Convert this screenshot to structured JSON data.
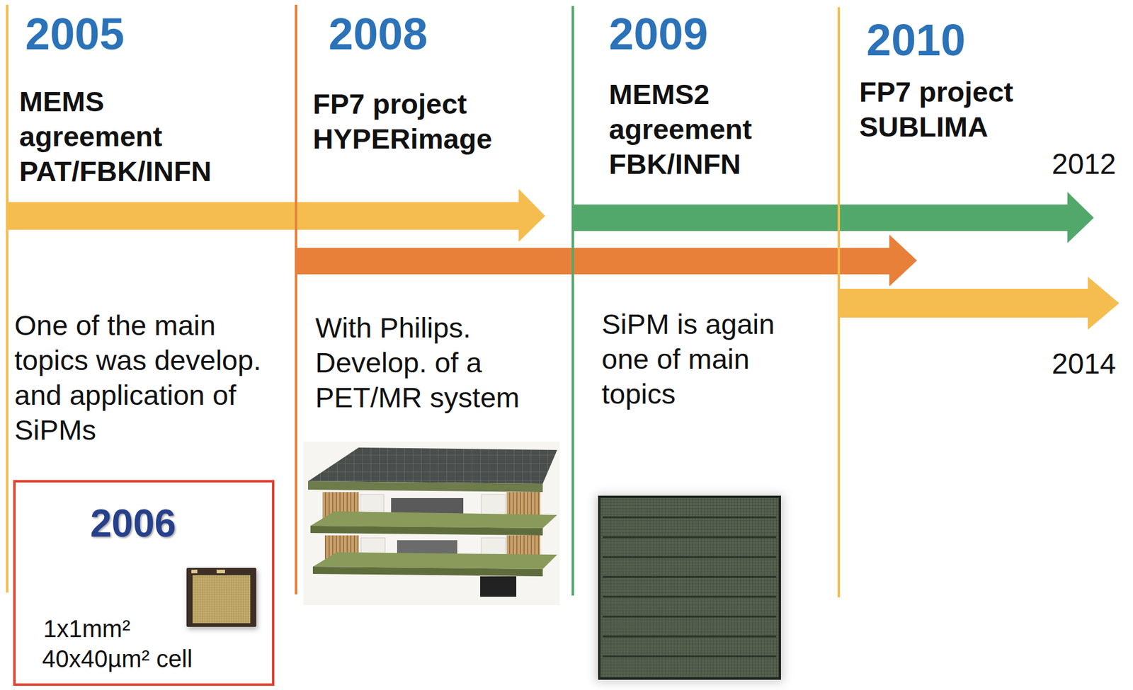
{
  "diagram": {
    "nodes": [
      {
        "text": [
          "2006",
          "1x1mm²",
          "40x40µm² cell"
        ]
      }
    ],
    "labels": [
      "2005",
      "MEMS agreement PAT/FBK/INFN",
      "One of the main topics was develop. and application of SiPMs",
      "2008",
      "FP7 project HYPERimage",
      "With Philips. Develop. of a PET/MR system",
      "2009",
      "MEMS2 agreement FBK/INFN",
      "SiPM is again one of main topics",
      "2010",
      "FP7 project SUBLIMA",
      "2012",
      "2014"
    ]
  }
}
